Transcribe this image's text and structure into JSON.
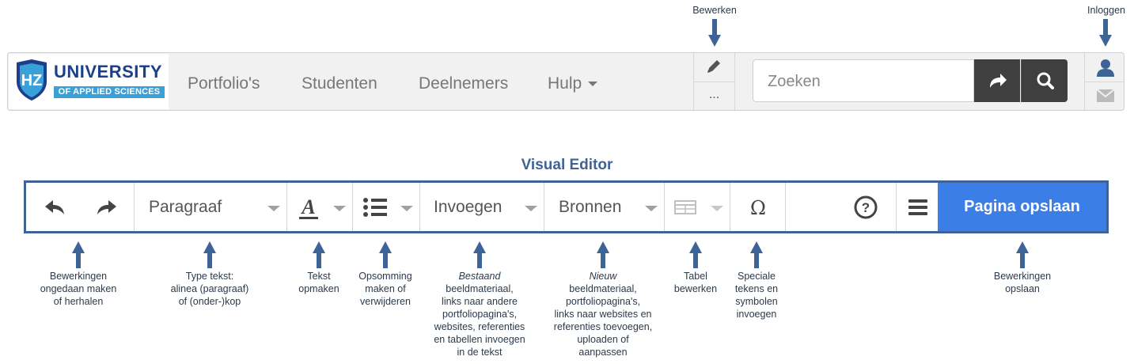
{
  "top_annotations": {
    "edit": "Bewerken",
    "login": "Inloggen"
  },
  "navbar": {
    "logo_title": "UNIVERSITY",
    "logo_subtitle": "OF APPLIED SCIENCES",
    "items": [
      {
        "label": "Portfolio's"
      },
      {
        "label": "Studenten"
      },
      {
        "label": "Deelnemers"
      },
      {
        "label": "Hulp"
      }
    ],
    "more_label": "...",
    "search_placeholder": "Zoeken",
    "icons": [
      "logo-shield-icon",
      "pencil-icon",
      "arrow-go-icon",
      "search-icon",
      "user-icon",
      "envelope-icon"
    ],
    "colors": {
      "brand_blue": "#1b3f8b",
      "brand_light_blue": "#3aa0d8",
      "search_button": "#3f3f3f",
      "icon_blue": "#3e6396"
    }
  },
  "editor": {
    "title": "Visual Editor",
    "paragraph_label": "Paragraaf",
    "insert_label": "Invoegen",
    "sources_label": "Bronnen",
    "save_label": "Pagina opslaan",
    "icons": [
      "undo-icon",
      "redo-icon",
      "text-style-icon",
      "list-icon",
      "table-icon",
      "omega-icon",
      "help-icon",
      "menu-icon"
    ],
    "colors": {
      "border": "#3e6396",
      "save_button": "#3b7ee8"
    }
  },
  "annotations": {
    "undo": [
      "Bewerkingen",
      "ongedaan maken",
      "of herhalen"
    ],
    "type": [
      "Type tekst:",
      "alinea (paragraaf)",
      "of (onder-)kop"
    ],
    "format": [
      "Tekst",
      "opmaken"
    ],
    "list": [
      "Opsomming",
      "maken of",
      "verwijderen"
    ],
    "insert_lead": "Bestaand",
    "insert": [
      "beeldmateriaal,",
      "links naar andere",
      "portfoliopagina's,",
      "websites, referenties",
      "en tabellen invoegen",
      "in de tekst"
    ],
    "sources_lead": "Nieuw",
    "sources": [
      "beeldmateriaal,",
      "portfoliopagina's,",
      "links naar websites en",
      "referenties toevoegen,",
      "uploaden of",
      "aanpassen"
    ],
    "table": [
      "Tabel",
      "bewerken"
    ],
    "special": [
      "Speciale",
      "tekens en",
      "symbolen",
      "invoegen"
    ],
    "save": [
      "Bewerkingen",
      "opslaan"
    ]
  }
}
